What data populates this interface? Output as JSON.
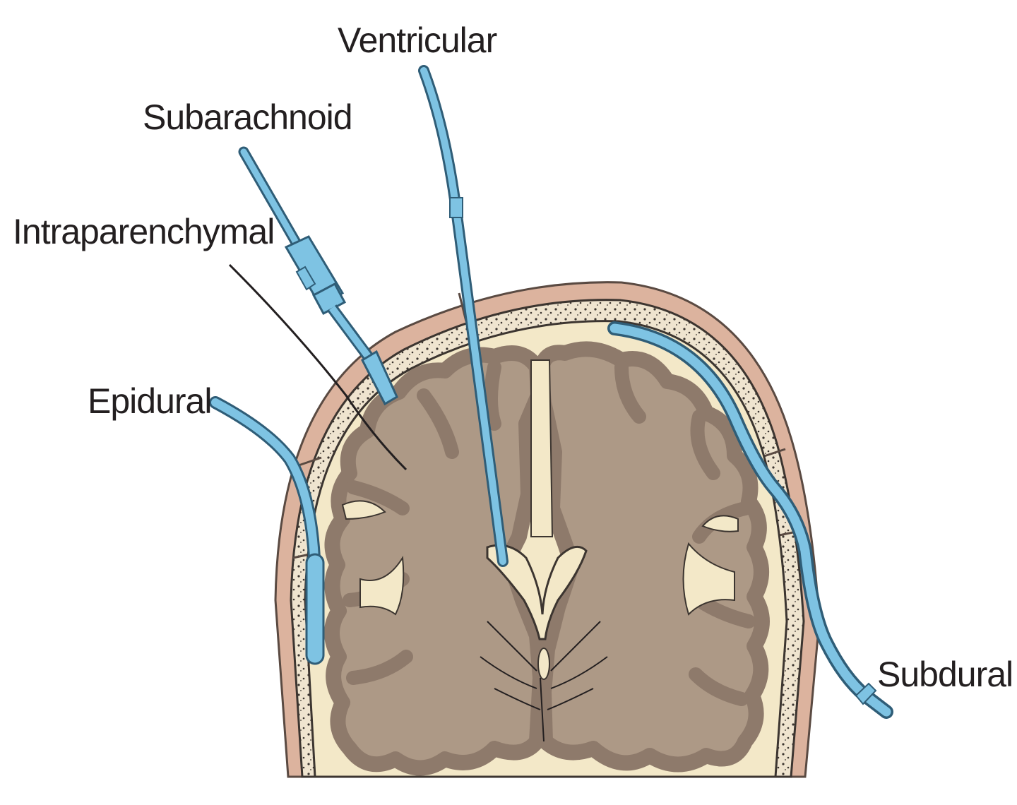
{
  "labels": {
    "ventricular": "Ventricular",
    "subarachnoid": "Subarachnoid",
    "intraparenchymal": "Intraparenchymal",
    "epidural": "Epidural",
    "subdural": "Subdural"
  },
  "colors": {
    "scalp": "#dcb39e",
    "scalp_outline": "#5a4a42",
    "bone": "#efe4cf",
    "csf_space": "#f3e8c8",
    "brain_white_matter": "#ad9986",
    "brain_gray_matter": "#8e7a6b",
    "catheter": "#7ec3e3",
    "catheter_outline": "#2f5d77",
    "label_text": "#231f20"
  }
}
